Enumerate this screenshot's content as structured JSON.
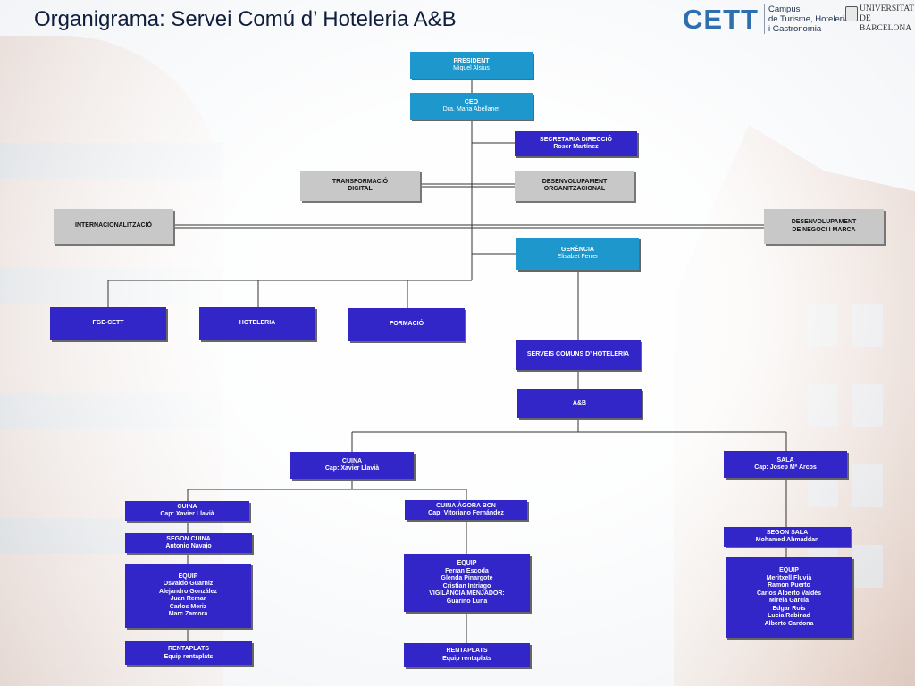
{
  "title": "Organigrama: Servei Comú d’ Hoteleria A&B",
  "logo": {
    "cett": "CETT",
    "campus_lines": [
      "Campus",
      "de Turisme, Hoteleria",
      "i Gastronomia"
    ],
    "ub_lines": [
      "UNIVERSITAT DE",
      "BARCELONA"
    ]
  },
  "nodes": {
    "president": {
      "title": "PRESIDENT",
      "name": "Miquel Alsius"
    },
    "ceo": {
      "title": "CEO",
      "name": "Dra. Maria Abellanet"
    },
    "secretaria": {
      "title": "SECRETARIA DIRECCIÓ",
      "name": "Roser Martínez"
    },
    "transformacio": {
      "title": "TRANSFORMACIÓ",
      "name": "DIGITAL"
    },
    "desenv_org": {
      "title": "DESENVOLUPAMENT",
      "name": "ORGANITZACIONAL"
    },
    "internacional": {
      "title": "INTERNACIONALITZACIÓ"
    },
    "desenv_negoci": {
      "title": "DESENVOLUPAMENT",
      "name": "DE NEGOCI I MARCA"
    },
    "gerencia": {
      "title": "GERÈNCIA",
      "name": "Elisabet Ferrer"
    },
    "fge": {
      "title": "FGE-CETT"
    },
    "hoteleria": {
      "title": "HOTELERIA"
    },
    "formacio": {
      "title": "FORMACIÓ"
    },
    "serveis": {
      "title": "SERVEIS COMUNS  D’ HOTELERIA"
    },
    "ab": {
      "title": "A&B"
    },
    "cuina": {
      "title": "CUINA",
      "name": "Cap: Xavier Llavià"
    },
    "sala": {
      "title": "SALA",
      "name": "Cap: Josep Mª Arcos"
    },
    "cuina2": {
      "title": "CUINA",
      "name": "Cap: Xavier Llavià"
    },
    "cuina_agora": {
      "title": "CUINA ÀGORA BCN",
      "name": "Cap: Vitoriano Fernández"
    },
    "segon_cuina": {
      "title": "SEGON CUINA",
      "name": "Antonio Navajo"
    },
    "segon_sala": {
      "title": "SEGON SALA",
      "name": "Mohamed Ahmaddan"
    },
    "equip_cuina": {
      "title": "EQUIP",
      "members": [
        "Osvaldo Guarniz",
        "Alejandro González",
        "Juan Remar",
        "Carlos Meriz",
        "Marc Zamora"
      ]
    },
    "equip_agora": {
      "title": "EQUIP",
      "members": [
        "Ferran Escoda",
        "Glenda Pinargote",
        "Cristian Intriago",
        "VIGILÀNCIA MENJADOR:",
        "Guarino Luna"
      ]
    },
    "equip_sala": {
      "title": "EQUIP",
      "members": [
        "Meritxell Fluvià",
        "Ramon Puerto",
        "Carlos Alberto Valdés",
        "Mireia García",
        "Edgar Rois",
        "Lucia Rabinad",
        "Alberto Cardona"
      ]
    },
    "rentaplats1": {
      "title": "RENTAPLATS",
      "name": "Equip rentaplats"
    },
    "rentaplats2": {
      "title": "RENTAPLATS",
      "name": "Equip rentaplats"
    }
  },
  "colors": {
    "cyan": "#1e98cc",
    "blue": "#3326c9",
    "gray": "#c8c8c8"
  }
}
